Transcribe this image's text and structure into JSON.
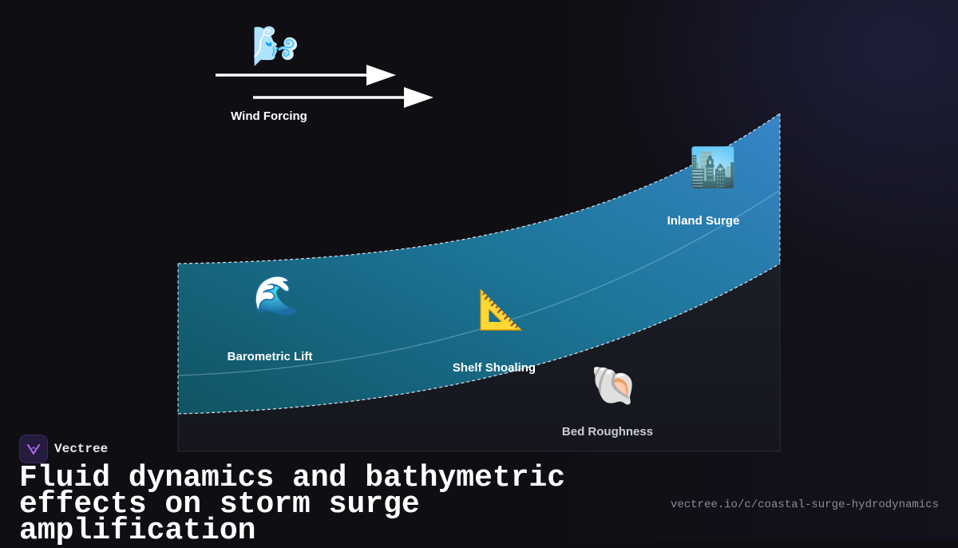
{
  "diagram": {
    "wind": {
      "emoji": "🌬️",
      "label": "Wind Forcing"
    },
    "nodes": [
      {
        "id": "barometric",
        "emoji": "🌊",
        "label": "Barometric Lift"
      },
      {
        "id": "shoaling",
        "emoji": "📐",
        "label": "Shelf Shoaling"
      },
      {
        "id": "roughness",
        "emoji": "🐚",
        "label": "Bed Roughness"
      },
      {
        "id": "inland",
        "emoji": "🏙️",
        "label": "Inland Surge"
      }
    ],
    "colors": {
      "water_top": "#3a8fd6",
      "water_mid": "#1f7fa6",
      "water_bottom": "#0f5a6a",
      "seabed": "#1a1c24",
      "outline": "#d8e4ec"
    }
  },
  "footer": {
    "brand_name": "Vectree",
    "title": "Fluid dynamics and bathymetric effects on storm surge amplification",
    "url": "vectree.io/c/coastal-surge-hydrodynamics"
  }
}
